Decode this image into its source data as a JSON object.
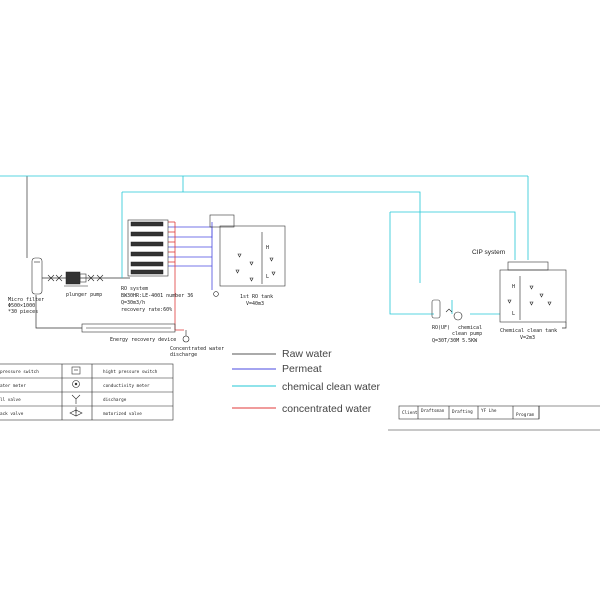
{
  "colors": {
    "raw_water": "#555555",
    "permeat": "#4a4ae0",
    "chemical_clean_water": "#22c7d6",
    "concentrated_water": "#e03a3a"
  },
  "labels": {
    "micro_filter": [
      "Micro filter",
      "Φ500×1000",
      "*30 pieces"
    ],
    "plunger_pump": "plunger pump",
    "ro_system": [
      "RO system",
      "BW30HR:LE-4001 number 36",
      "Q=30m3/h",
      "recovery rate:60%"
    ],
    "energy_recovery": "Energy recovery device",
    "concentrated_discharge": [
      "Concentrated water",
      "discharge"
    ],
    "ro_tank": [
      "1st RO tank",
      "V=40m3"
    ],
    "cip_system": "CIP system",
    "ro_uf": "RO(UF)",
    "chem_pump": [
      "chemical",
      "clean pump",
      "Q=30T/30M 5.5KW"
    ],
    "chem_tank": [
      "Chemical clean tank",
      "V=2m3"
    ],
    "tank_levels": [
      "H",
      "L"
    ]
  },
  "symbol_legend": [
    {
      "left": "pressure switch",
      "right": "hight pressure switch"
    },
    {
      "left": "ater meter",
      "right": "conductivity meter"
    },
    {
      "left": "ll valve",
      "right": "discharge"
    },
    {
      "left": "ack valve",
      "right": "motorized valve"
    }
  ],
  "line_legend": [
    {
      "label": "Raw water",
      "color_key": "raw_water"
    },
    {
      "label": "Permeat",
      "color_key": "permeat"
    },
    {
      "label": "chemical clean water",
      "color_key": "chemical_clean_water"
    },
    {
      "label": "concentrated water",
      "color_key": "concentrated_water"
    }
  ],
  "title_block": {
    "client": "Client",
    "draftsman": "Draftsman",
    "drafting": "Drafting",
    "drafting_value": "YF Lhe",
    "program": "Program"
  }
}
